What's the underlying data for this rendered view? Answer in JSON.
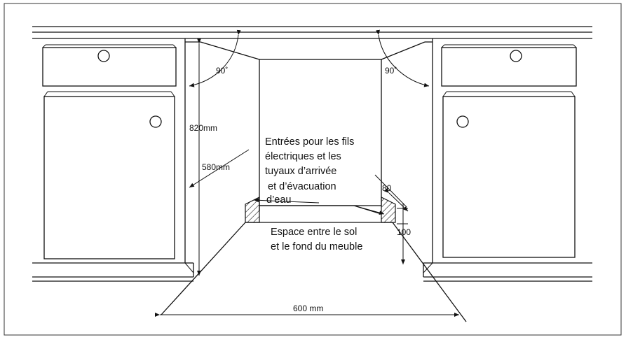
{
  "labels": {
    "angle_left": "90˚",
    "angle_right": "90˚",
    "height_cabinet": "820mm",
    "depth_cabinet": "580mm",
    "width_opening": "600 mm",
    "dim_80": "80",
    "dim_100": "100",
    "entries_note": [
      "Entrées pour les fils",
      "électriques et les",
      "tuyaux d’arrivée",
      " et d’évacuation",
      "d’eau"
    ],
    "space_note": [
      "Espace entre le sol",
      "et le fond du meuble"
    ]
  }
}
